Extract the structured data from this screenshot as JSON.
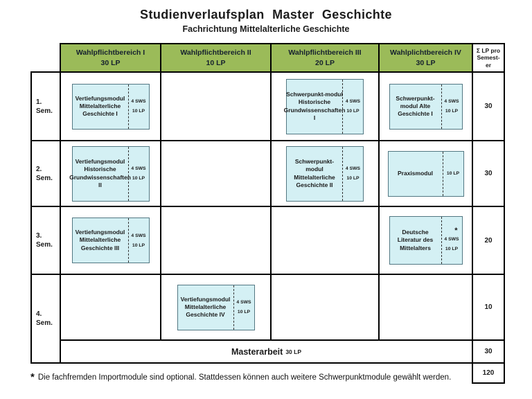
{
  "title": "Studienverlaufsplan Master Geschichte",
  "subtitle": "Fachrichtung Mittelalterliche Geschichte",
  "header": {
    "columns": [
      {
        "label": "Wahlpflichtbereich  I",
        "lp": "30 LP"
      },
      {
        "label": "Wahlpflichtbereich  II",
        "lp": "10 LP"
      },
      {
        "label": "Wahlpflichtbereich  III",
        "lp": "20 LP"
      },
      {
        "label": "Wahlplichtbereich  IV",
        "lp": "30 LP"
      }
    ],
    "sum_column": {
      "lines": [
        "Σ LP pro",
        "Semest-",
        "er"
      ]
    }
  },
  "semesters": [
    {
      "label": "1. Sem.",
      "sum_lp": "30"
    },
    {
      "label": "2. Sem.",
      "sum_lp": "30"
    },
    {
      "label": "3. Sem.",
      "sum_lp": "20"
    },
    {
      "label": "4. Sem.",
      "sum_lp": "10"
    }
  ],
  "modules": [
    {
      "name": "Vertiefungsmodul Mittelalterliche Geschichte I",
      "sws": "4 SWS",
      "lp": "10 LP"
    },
    {
      "name": "Schwerpunkt-modul Historische Grundwissenschaften I",
      "sws": "4 SWS",
      "lp": "10 LP"
    },
    {
      "name": "Schwerpunkt-modul Alte Geschichte I",
      "sws": "4 SWS",
      "lp": "10 LP"
    },
    {
      "name": "Vertiefungsmodul Historische Grundwissenschaften II",
      "sws": "4 SWS",
      "lp": "10 LP"
    },
    {
      "name": "Schwerpunkt-modul Mittelalterliche Geschichte II",
      "sws": "4 SWS",
      "lp": "10 LP"
    },
    {
      "name": "Praxismodul",
      "lp": "10 LP"
    },
    {
      "name": "Vertiefungsmodul Mittelalterliche Geschichte III",
      "sws": "4 SWS",
      "lp": "10 LP"
    },
    {
      "name": "Deutsche Literatur des Mittelalters",
      "marker": "*",
      "sws": "4 SWS",
      "lp": "10 LP"
    },
    {
      "name": "Vertiefungsmodul Mittelalterliche Geschichte IV",
      "sws": "4 SWS",
      "lp": "10 LP"
    }
  ],
  "masterarbeit": {
    "label": "Masterarbeit",
    "lp": "30 LP",
    "sum_lp": "30"
  },
  "total_lp": "120",
  "footnote": {
    "marker": "*",
    "text": "Die fachfremden Importmodule  sind optional. Stattdessen können  auch weitere Schwerpunktmodule  gewählt werden."
  },
  "colors": {
    "header_fill": "#9BBB59",
    "module_fill": "#D4F0F4",
    "module_border": "#527782",
    "table_border": "#000000"
  }
}
